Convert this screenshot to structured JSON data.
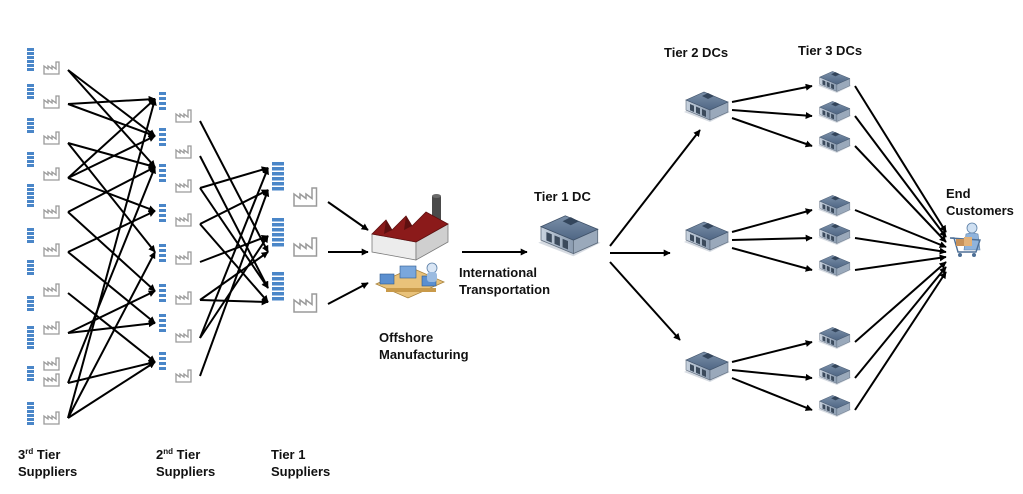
{
  "labels": {
    "tier3_suppliers": {
      "ordinal": "3",
      "suffix": "rd",
      "word": "Tier",
      "line2": "Suppliers"
    },
    "tier2_suppliers": {
      "ordinal": "2",
      "suffix": "nd",
      "word": "Tier",
      "line2": "Suppliers"
    },
    "tier1_suppliers": {
      "line1": "Tier 1",
      "line2": "Suppliers"
    },
    "offshore": {
      "line1": "Offshore",
      "line2": "Manufacturing"
    },
    "international": {
      "line1": "International",
      "line2": "Transportation"
    },
    "tier1_dc": "Tier 1 DC",
    "tier2_dcs": "Tier 2 DCs",
    "tier3_dcs": "Tier 3 DCs",
    "end_customers": {
      "line1": "End",
      "line2": "Customers"
    }
  },
  "colors": {
    "arrow": "#000000",
    "roof": "#8b1a1a",
    "building_blue": "#5b7fa6",
    "supplier_blue": "#4a86c8",
    "factory_gray": "#9a9a9a"
  },
  "icons": {
    "supplier": "factory-with-shelves-icon",
    "manufacturing": "factory-icon",
    "assembly": "assembly-line-icon",
    "distribution_center": "warehouse-icon",
    "customer": "shopping-cart-customer-icon"
  }
}
